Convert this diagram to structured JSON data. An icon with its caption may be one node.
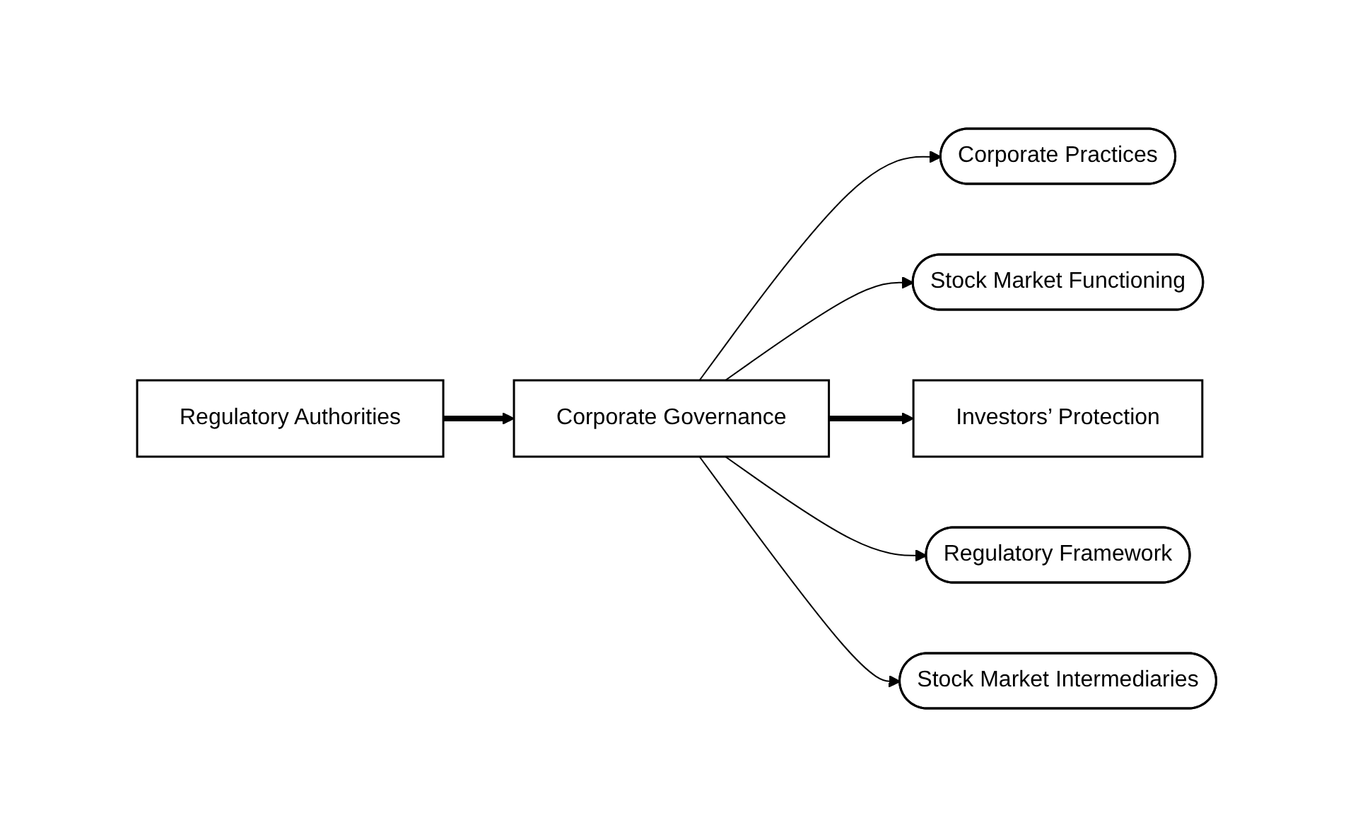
{
  "diagram": {
    "nodes": [
      {
        "text": [
          "Corporate Practices"
        ]
      },
      {
        "text": [
          "Stock Market Functioning"
        ]
      },
      {
        "text": [
          "Regulatory Authorities"
        ]
      },
      {
        "text": [
          "Corporate Governance"
        ]
      },
      {
        "text": [
          "Investors’ Protection"
        ]
      },
      {
        "text": [
          "Regulatory Framework"
        ]
      },
      {
        "text": [
          "Stock Market Intermediaries"
        ]
      }
    ],
    "edges": [
      {
        "from": 3,
        "to": 0,
        "arrow": "to"
      },
      {
        "from": 3,
        "to": 1,
        "arrow": "to"
      },
      {
        "from": 2,
        "to": 3,
        "arrow": "to",
        "style": "thick"
      },
      {
        "from": 3,
        "to": 4,
        "arrow": "to",
        "style": "thick"
      },
      {
        "from": 3,
        "to": 5,
        "arrow": "to"
      },
      {
        "from": 3,
        "to": 6,
        "arrow": "to"
      }
    ]
  }
}
